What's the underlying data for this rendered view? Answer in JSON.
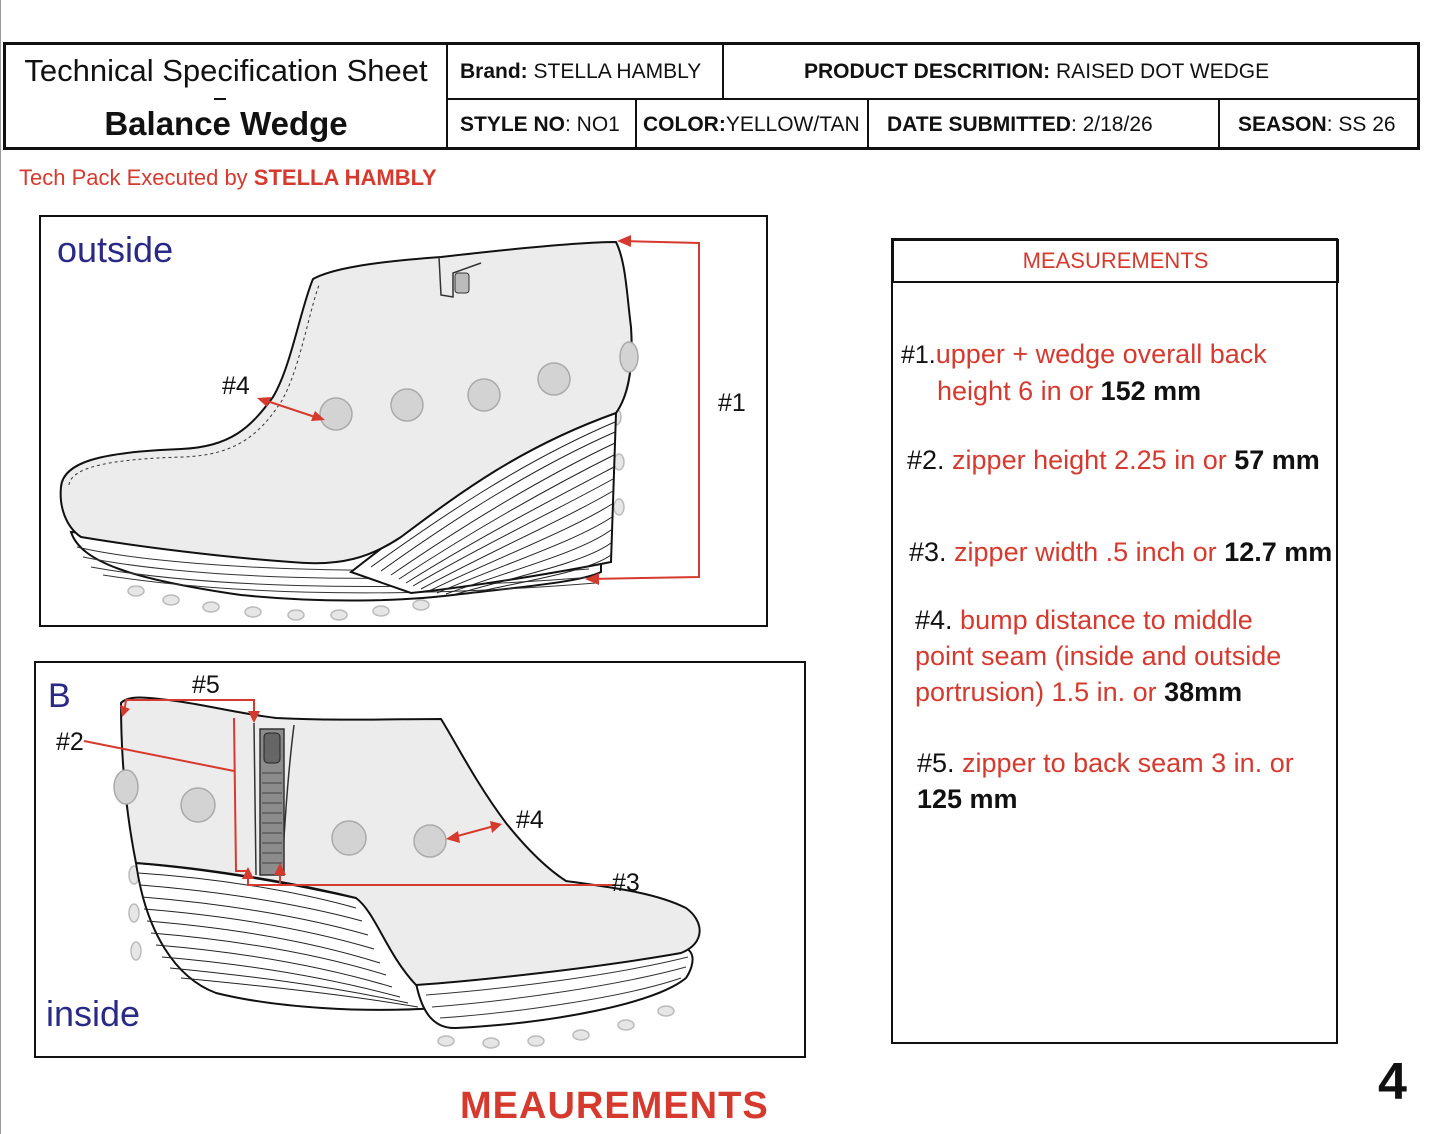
{
  "header": {
    "title": "Technical Specification Sheet",
    "subtitle": "Balance Wedge",
    "brand_label": "Brand:",
    "brand_value": "STELLA HAMBLY",
    "product_label": "PRODUCT DESCRITION:",
    "product_value": "RAISED DOT WEDGE",
    "style_label": "STYLE NO",
    "style_value": ": NO1",
    "color_label": "COLOR:",
    "color_value": "YELLOW/TAN",
    "date_label": "DATE SUBMITTED",
    "date_value": ": 2/18/26",
    "season_label": "SEASON",
    "season_value": ": SS 26"
  },
  "credit": {
    "prefix": "Tech Pack Executed by ",
    "name": "STELLA HAMBLY"
  },
  "views": {
    "outside": {
      "label": "outside",
      "callouts": {
        "c1": "#1",
        "c4": "#4"
      }
    },
    "inside": {
      "label_top": "B",
      "label_bottom": "inside",
      "callouts": {
        "c2": "#2",
        "c3": "#3",
        "c4": "#4",
        "c5": "#5"
      }
    }
  },
  "measurements": {
    "title": "MEASUREMENTS",
    "items": [
      {
        "num": "#1.",
        "line1": "upper + wedge overall back",
        "line2": "height 6 in or ",
        "mm": "152 mm"
      },
      {
        "num": "#2. ",
        "text": "zipper height 2.25 in or ",
        "mm": "57 mm"
      },
      {
        "num": "#3. ",
        "text": "zipper width .5 inch or ",
        "mm": "12.7 mm"
      },
      {
        "num": "#4. ",
        "line1": "bump distance to middle",
        "line2": "point seam (inside and outside",
        "line3": "portrusion) 1.5 in. or ",
        "mm": "38mm"
      },
      {
        "num": "#5. ",
        "line1": "zipper to back seam 3 in. or",
        "mm": "125 mm"
      }
    ]
  },
  "footer": {
    "title": "MEAUREMENTS",
    "page": "4"
  },
  "colors": {
    "accent_red": "#d63a2f",
    "navy": "#2a2a86",
    "sketch_fill": "#ececec",
    "dot_fill": "#cfcfcf"
  }
}
